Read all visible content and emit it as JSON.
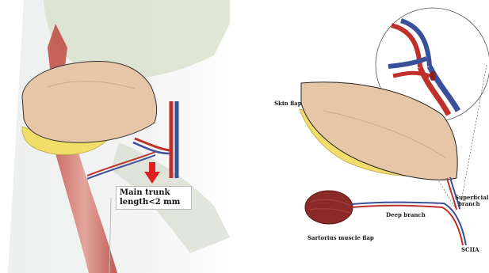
{
  "left_illustration": {
    "callout": {
      "line1": "Main trunk",
      "line2": "length<2 mm"
    },
    "arrow_color": "#e02020"
  },
  "right_illustration": {
    "labels": {
      "skin_flap": "Skin flap",
      "superficial_branch_1": "Superficial",
      "superficial_branch_2": "branch",
      "deep_branch": "Deep branch",
      "sartorius_muscle_flap": "Sartorius muscle flap",
      "sciia": "SCIIA"
    }
  },
  "colors": {
    "skin": "#e6c6a6",
    "fat": "#f2dc6a",
    "artery": "#c0302a",
    "vein": "#3a4f9a",
    "muscle": "#8c2a2a"
  }
}
